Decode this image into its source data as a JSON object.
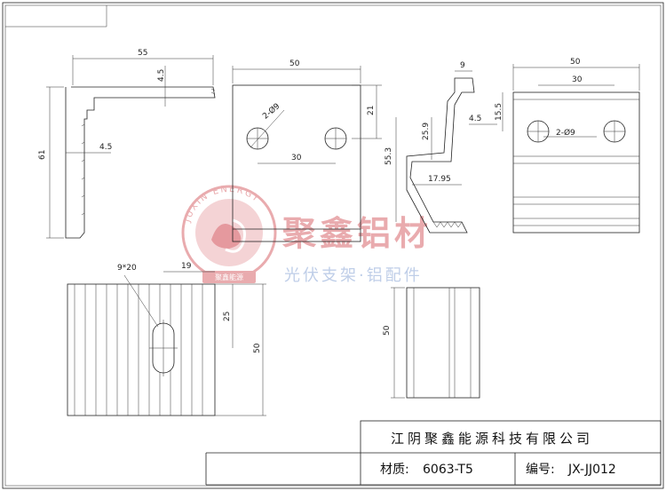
{
  "title_block": {
    "company": "江阴聚鑫能源科技有限公司",
    "material_label": "材质:",
    "material_value": "6063-T5",
    "code_label": "编号:",
    "code_value": "JX-JJ012"
  },
  "watermark": {
    "brand": "聚鑫铝材",
    "subtitle": "光伏支架·铝配件",
    "arc_text": "JUXIN ENERGY",
    "seal_text": "聚鑫能源"
  },
  "dimensions": {
    "view1": {
      "top": "55",
      "thick": "4.5",
      "height": "61",
      "inner": "4.5"
    },
    "view2": {
      "width": "50",
      "right": "21",
      "holes": "2-Ø9",
      "spacing": "30"
    },
    "view3": {
      "top": "9",
      "mid": "25.9",
      "step": "4.5",
      "height": "55.3",
      "foot": "17.95"
    },
    "view4": {
      "width": "50",
      "spacing": "30",
      "offset": "15.5",
      "holes": "2-Ø9"
    },
    "view5": {
      "slot": "9*20",
      "left": "19",
      "mid": "25",
      "height": "50"
    },
    "view6": {
      "height": "50"
    }
  },
  "colors": {
    "line": "#222222",
    "watermark_red": "#e7a3a6",
    "watermark_blue": "#b9c9e6"
  }
}
